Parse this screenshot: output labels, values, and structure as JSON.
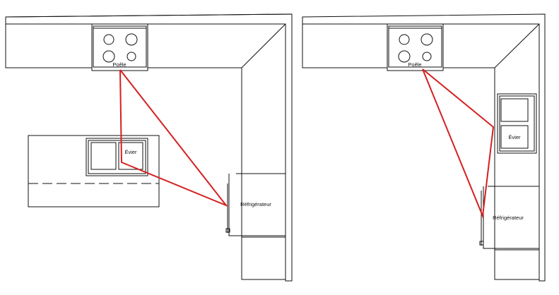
{
  "labels": {
    "stove": "Poêle",
    "sink": "Évier",
    "fridge": "Réfrigérateur"
  },
  "colors": {
    "line": "#111111",
    "triangle": "#d42020",
    "background": "#ffffff"
  }
}
